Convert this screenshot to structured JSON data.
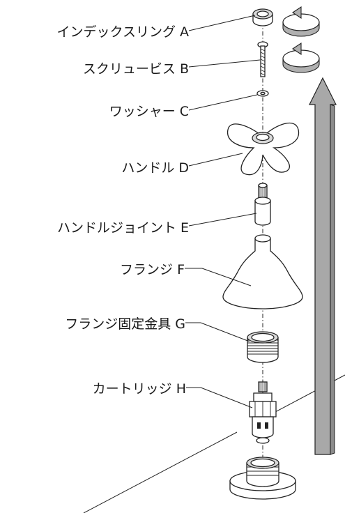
{
  "labels": [
    {
      "id": "A",
      "text": "インデックスリング A"
    },
    {
      "id": "B",
      "text": "スクリュービス B"
    },
    {
      "id": "C",
      "text": "ワッシャー C"
    },
    {
      "id": "D",
      "text": "ハンドル D"
    },
    {
      "id": "E",
      "text": "ハンドルジョイント E"
    },
    {
      "id": "F",
      "text": "フランジ F"
    },
    {
      "id": "G",
      "text": "フランジ固定金具 G"
    },
    {
      "id": "H",
      "text": "カートリッジ H"
    }
  ],
  "colors": {
    "assembly_arrow": "#a8a8a8",
    "rotation_arrow": "#b0b0b0",
    "line": "#222222",
    "text": "#1a1a1a"
  },
  "icons": [
    "counterclockwise-rotation-icon",
    "upward-assembly-arrow"
  ]
}
